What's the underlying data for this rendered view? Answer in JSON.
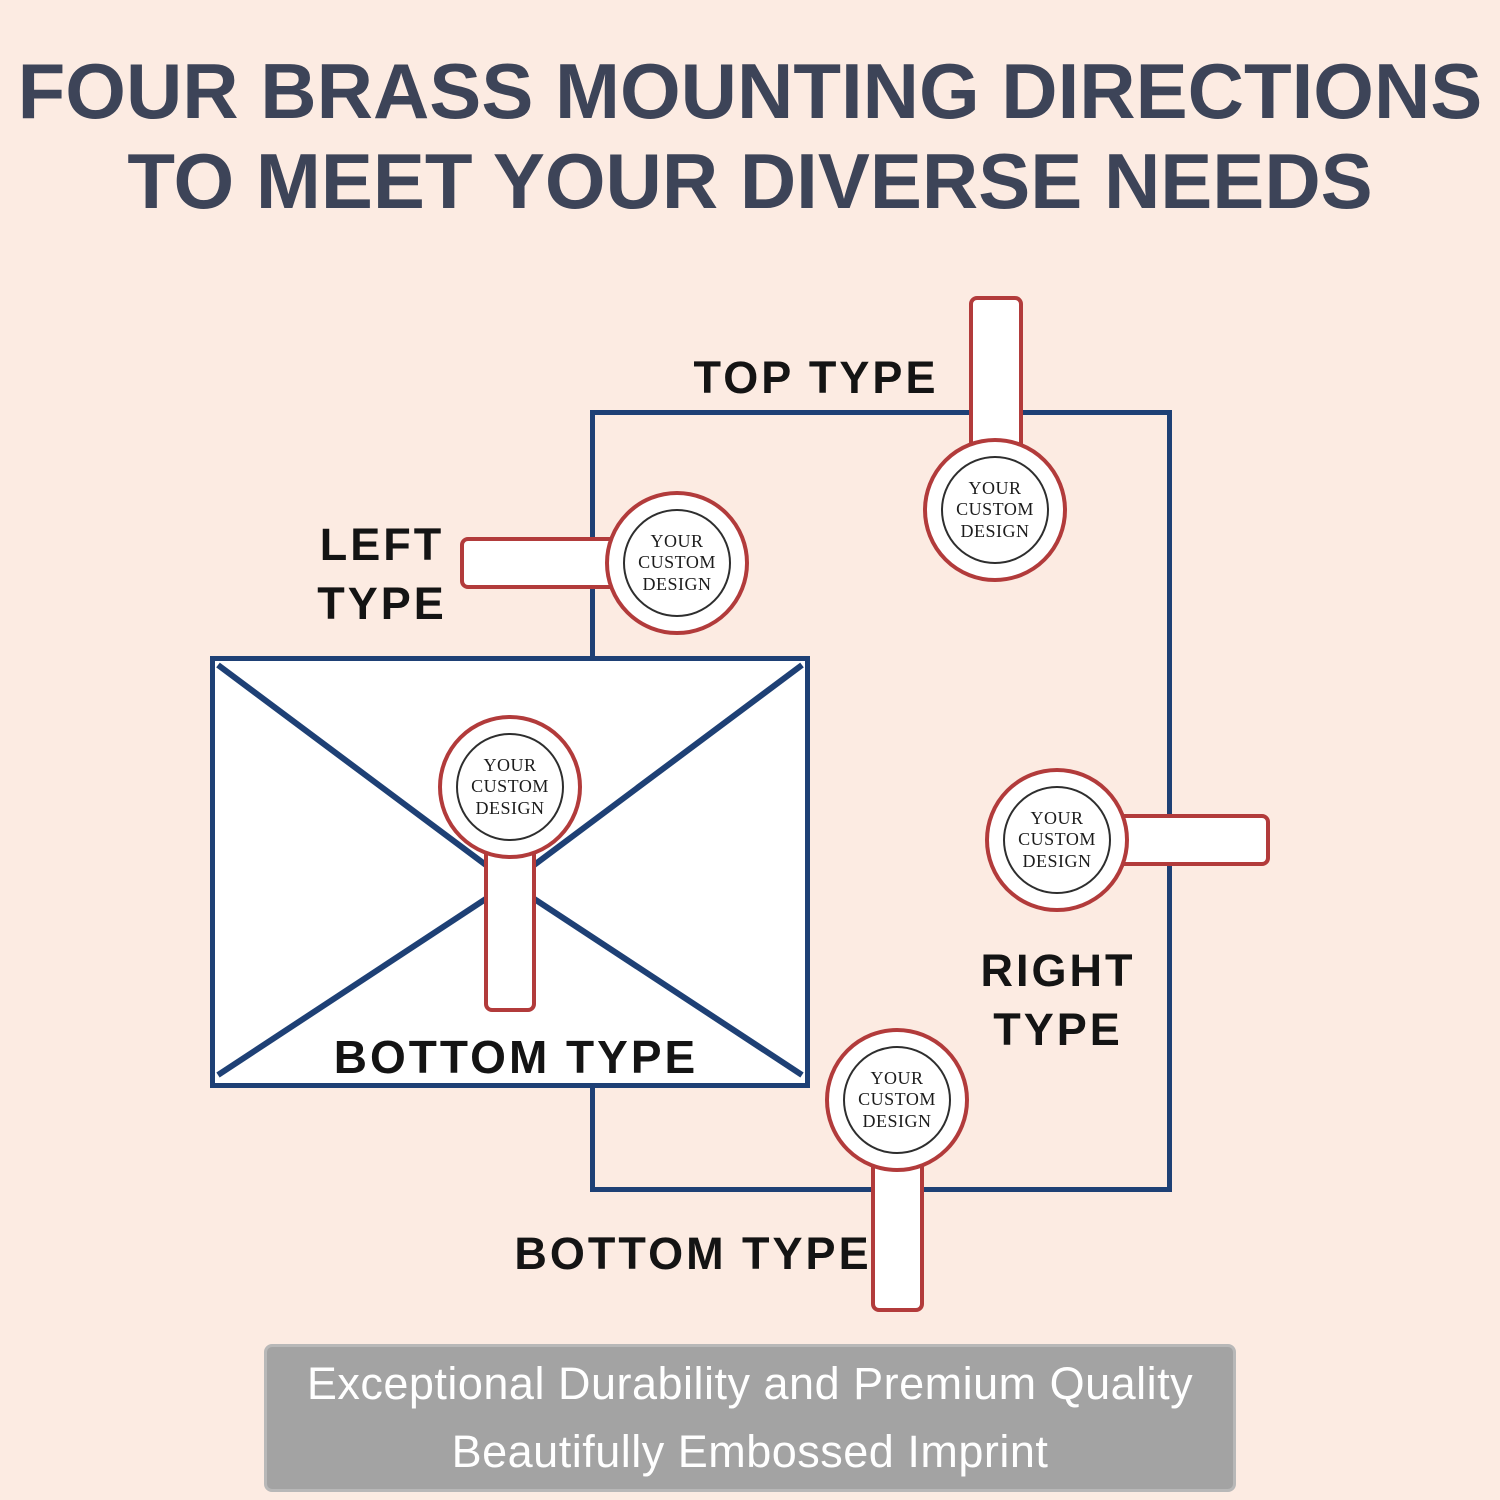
{
  "title": {
    "line1": "FOUR BRASS MOUNTING DIRECTIONS",
    "line2": "TO MEET YOUR DIVERSE NEEDS"
  },
  "labels": {
    "top": "TOP TYPE",
    "left_line1": "LEFT",
    "left_line2": "TYPE",
    "right_line1": "RIGHT",
    "right_line2": "TYPE",
    "envelope_bottom": "BOTTOM TYPE",
    "bottom": "BOTTOM TYPE"
  },
  "stamp": {
    "line1": "YOUR",
    "line2": "CUSTOM",
    "line3": "DESIGN"
  },
  "banner": {
    "line1": "Exceptional Durability and Premium Quality",
    "line2": "Beautifully Embossed Imprint"
  },
  "colors": {
    "background": "#fcebe2",
    "title_text": "#3d4458",
    "label_text": "#141414",
    "frame_navy": "#1e4075",
    "stamp_red": "#b23b3b",
    "banner_background": "#a3a3a3",
    "banner_text": "#ffffff"
  }
}
